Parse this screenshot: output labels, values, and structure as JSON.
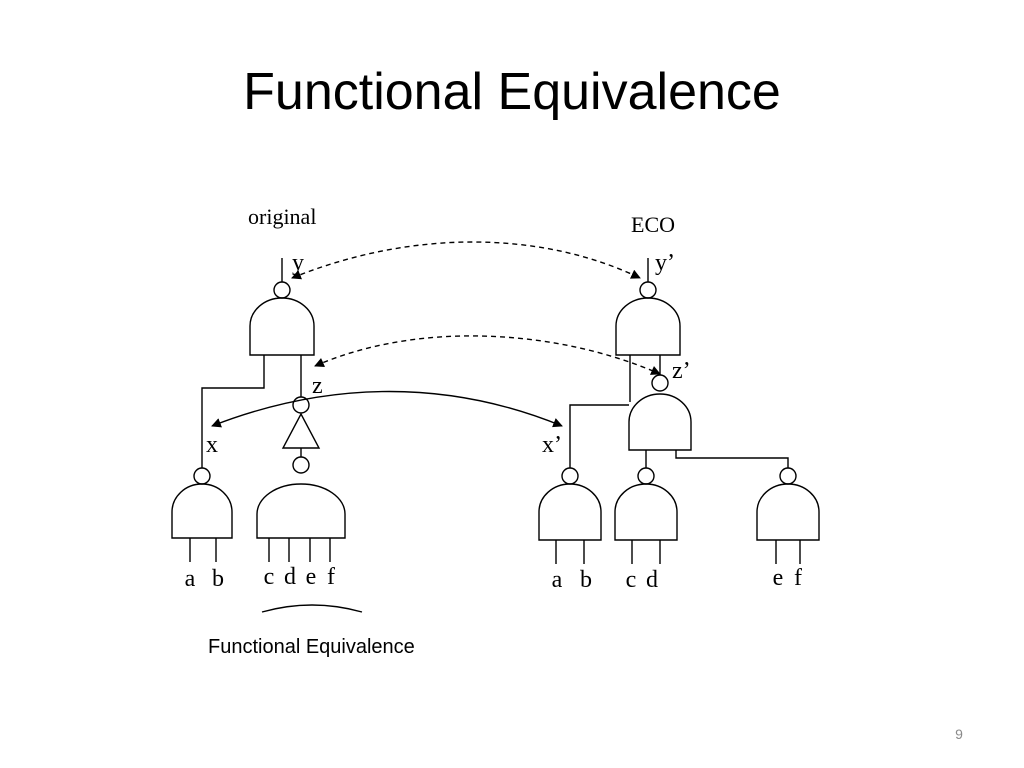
{
  "slide": {
    "title": "Functional Equivalence",
    "caption": "Functional Equivalence",
    "page_number": "9"
  },
  "diagram": {
    "original_label": "original",
    "eco_label": "ECO",
    "original_nets": {
      "y": "y",
      "z": "z",
      "x": "x"
    },
    "eco_nets": {
      "y": "y’",
      "z": "z’",
      "x": "x’"
    },
    "original_inputs": [
      "a",
      "b",
      "c",
      "d",
      "e",
      "f"
    ],
    "eco_inputs": [
      "a",
      "b",
      "c",
      "d",
      "e",
      "f"
    ]
  }
}
